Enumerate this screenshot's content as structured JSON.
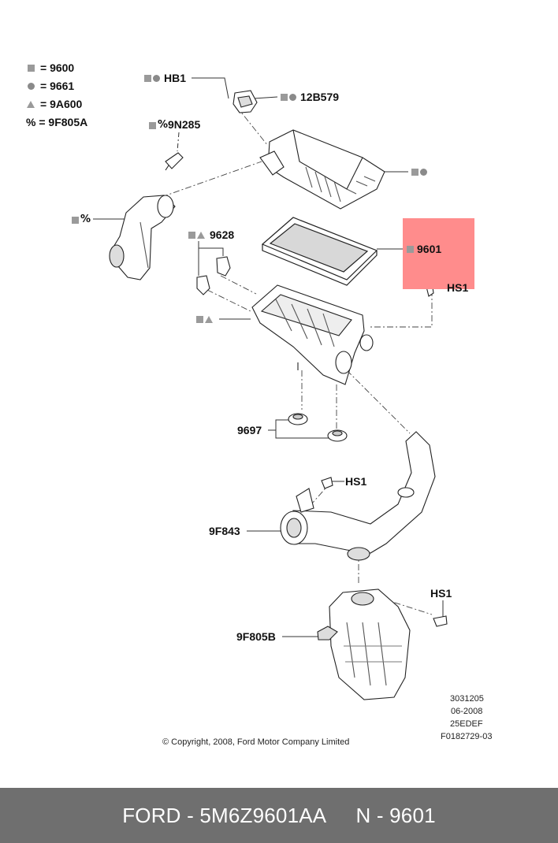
{
  "legend": [
    {
      "symbol": "square",
      "code": "9600"
    },
    {
      "symbol": "circle",
      "code": "9661"
    },
    {
      "symbol": "triangle",
      "code": "9A600"
    },
    {
      "symbol": "%",
      "code": "9F805A"
    }
  ],
  "callouts": {
    "hb1": "HB1",
    "c12b579": "12B579",
    "c9n285": "9N285",
    "c9628": "9628",
    "c9601": "9601",
    "hs1_top": "HS1",
    "c9697": "9697",
    "hs1_mid": "HS1",
    "c9f843": "9F843",
    "hs1_low": "HS1",
    "c9f805b": "9F805B"
  },
  "percent_symbol": "%",
  "legend_equals": "=",
  "reference_codes": [
    "3031205",
    "06-2008",
    "25EDEF",
    "F0182729-03"
  ],
  "copyright": "© Copyright, 2008, Ford Motor Company Limited",
  "footer": {
    "brand_part": "FORD - 5M6Z9601AA",
    "number": "N - 9601"
  },
  "colors": {
    "highlight": "#ff8c8c",
    "footer_bg": "#6f6f6f",
    "footer_text": "#ffffff"
  }
}
